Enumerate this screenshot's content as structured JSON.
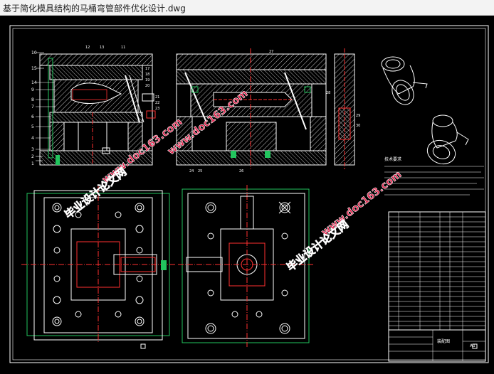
{
  "window": {
    "title": "基于简化模具结构的马桶弯管部件优化设计.dwg"
  },
  "drawing": {
    "background_color": "#000000",
    "line_color": "#ffffff",
    "centerline_color": "#ff3030",
    "green_color": "#22c55e",
    "hatch_color": "#cfcfcf",
    "part_numbers_left": [
      "10",
      "15",
      "14",
      "9",
      "8",
      "7",
      "6",
      "5",
      "4",
      "3",
      "2",
      "1"
    ],
    "part_numbers_top": [
      "12",
      "13",
      "11"
    ],
    "part_numbers_right": [
      "17",
      "18",
      "19",
      "20",
      "21",
      "22",
      "23"
    ],
    "part_numbers_section": [
      "24",
      "25",
      "26",
      "27",
      "28",
      "29",
      "30"
    ],
    "notes_title": "技术要求",
    "title_block_label": "装配图",
    "scale_text": "A1"
  },
  "watermarks": {
    "site": "www.doc163.com",
    "text": "毕业设计论文网"
  }
}
